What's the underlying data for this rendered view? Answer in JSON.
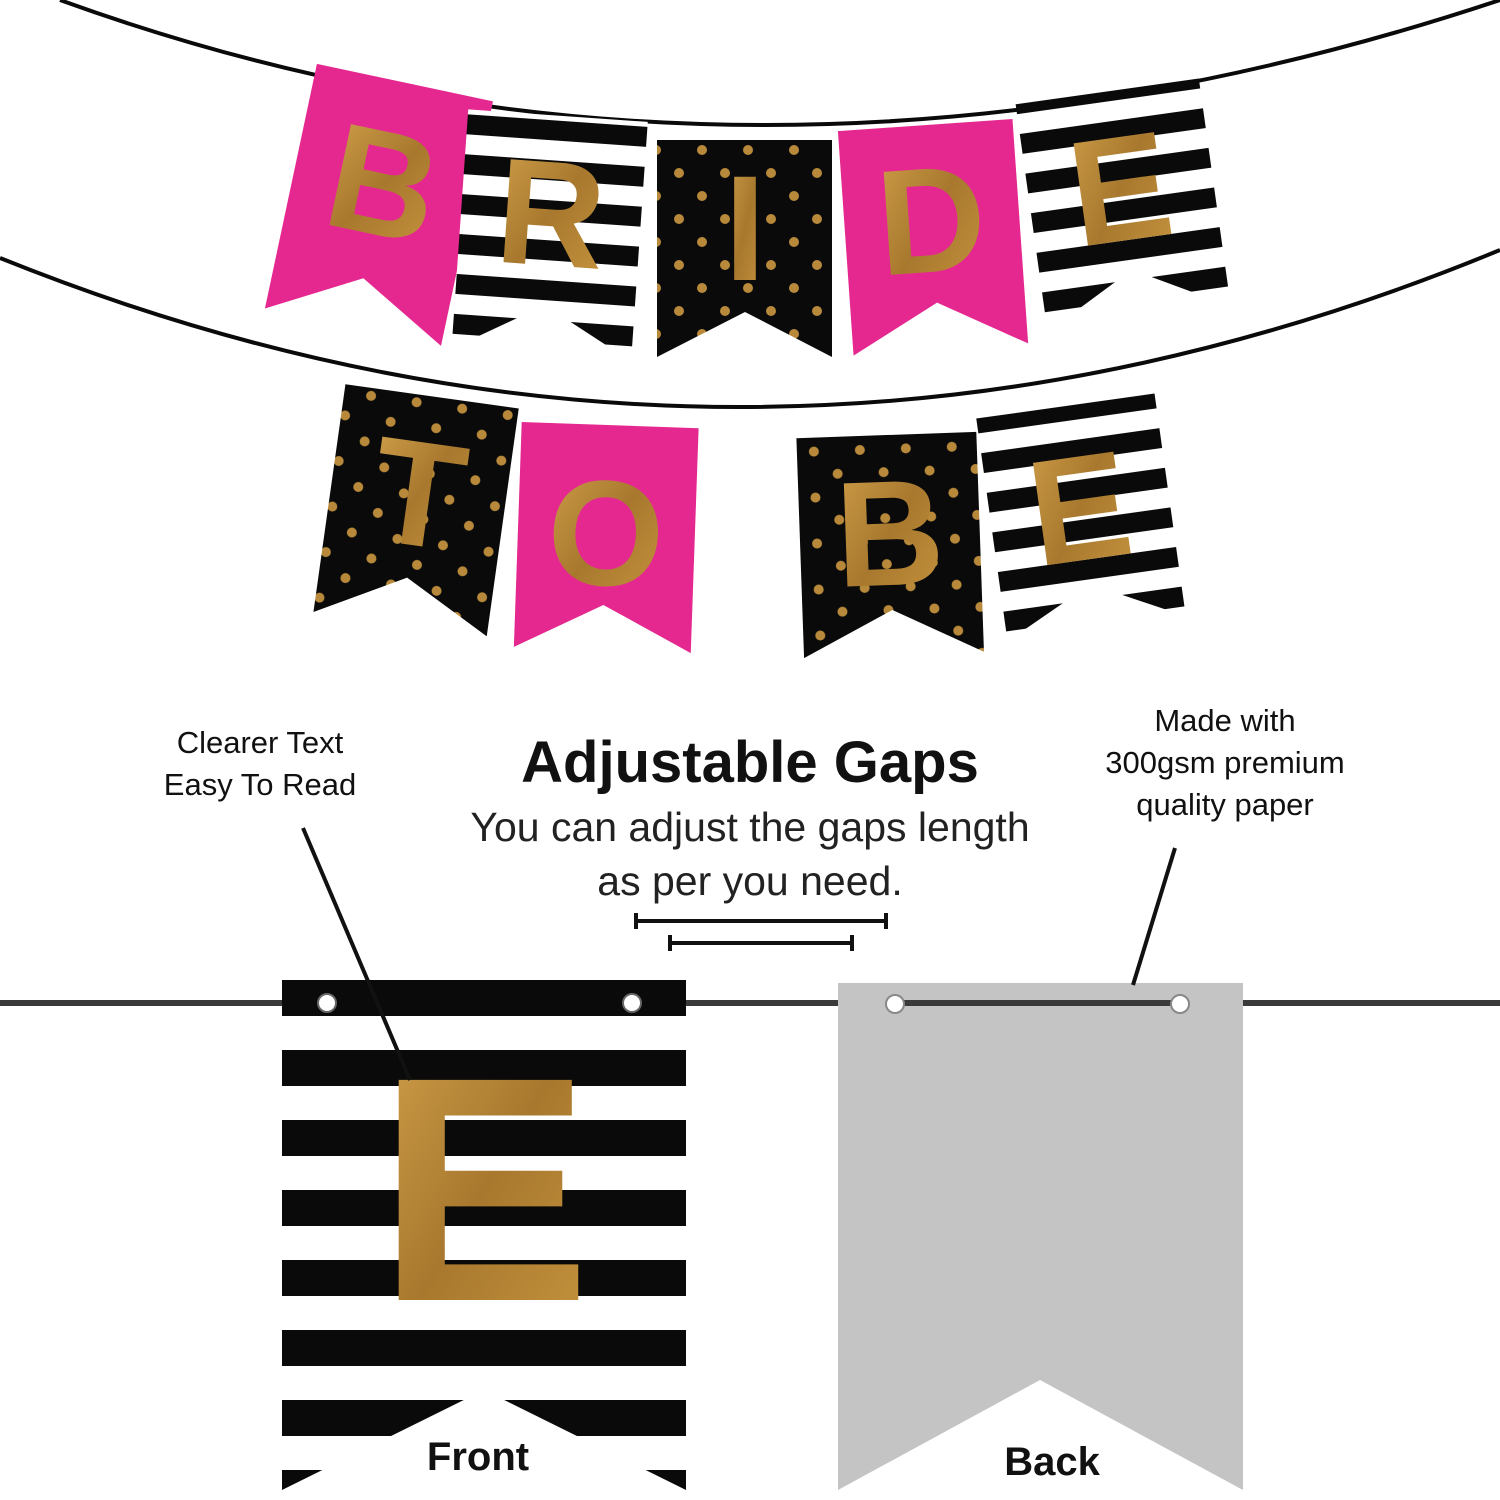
{
  "banner": {
    "row1_letters": [
      "B",
      "R",
      "I",
      "D",
      "E"
    ],
    "row2_letters": [
      "T",
      "O",
      "B",
      "E"
    ],
    "colors": {
      "pink": "#e5288f",
      "black": "#0a0a0a",
      "gold": "#b8893a",
      "gray_back": "#c4c4c4"
    }
  },
  "callouts": {
    "left": [
      "Clearer Text",
      "Easy To Read"
    ],
    "right": [
      "Made with",
      "300gsm premium",
      "quality paper"
    ]
  },
  "feature": {
    "title": "Adjustable Gaps",
    "description_line1": "You can adjust the gaps length",
    "description_line2": "as per you need."
  },
  "closeup": {
    "front_letter": "E",
    "front_label": "Front",
    "back_label": "Back"
  }
}
